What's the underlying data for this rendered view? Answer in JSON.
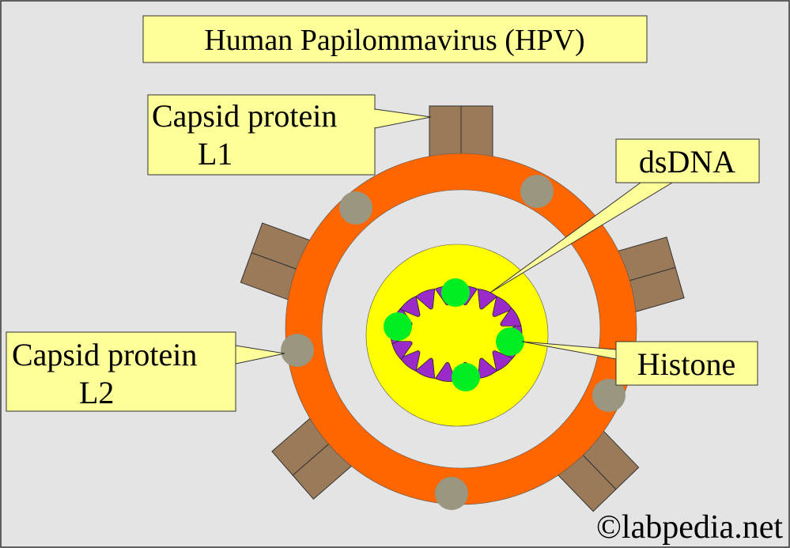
{
  "title": "Human Papilommavirus (HPV)",
  "labels": {
    "l1_line1": "Capsid protein",
    "l1_line2": "L1",
    "l2_line1": "Capsid protein",
    "l2_line2": "L2",
    "dsdna": "dsDNA",
    "histone": "Histone"
  },
  "watermark": "©labpedia.net",
  "colors": {
    "background": "#e4e4e4",
    "capsid_ring": "#ff6600",
    "capsomer_l1": "#9b7a5a",
    "l2_protein": "#9a9680",
    "core": "#ffff00",
    "dna": "#9b2bc9",
    "histone": "#00ee22",
    "callout": "#ffff99"
  }
}
